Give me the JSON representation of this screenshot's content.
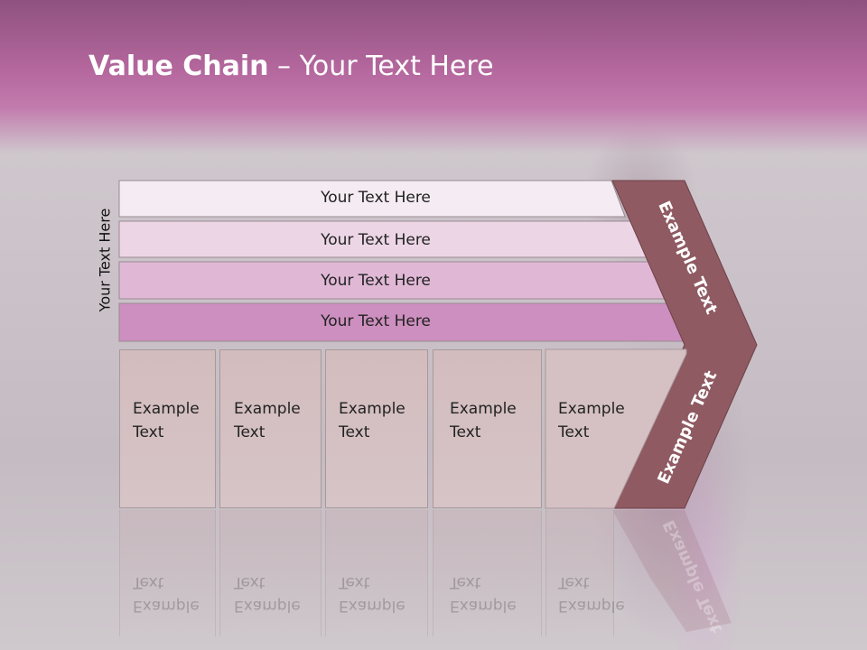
{
  "title": {
    "bold": "Value Chain",
    "rest": " – Your Text Here"
  },
  "side_label": "Your Text Here",
  "support_rows": [
    "Your Text Here",
    "Your Text Here",
    "Your Text Here",
    "Your Text Here"
  ],
  "primary_boxes": [
    "Example\nText",
    "Example\nText",
    "Example\nText",
    "Example\nText",
    "Example\nText"
  ],
  "chevron": {
    "top_label": "Example Text",
    "bottom_label": "Example Text"
  },
  "colors": {
    "header": "#b4679d",
    "row1": "#f5ecf3",
    "row2": "#ecd6e6",
    "row3": "#e0b8d6",
    "row4": "#cd8fbf",
    "chevron": "#8f5a62",
    "box": "#d3bcbe"
  }
}
